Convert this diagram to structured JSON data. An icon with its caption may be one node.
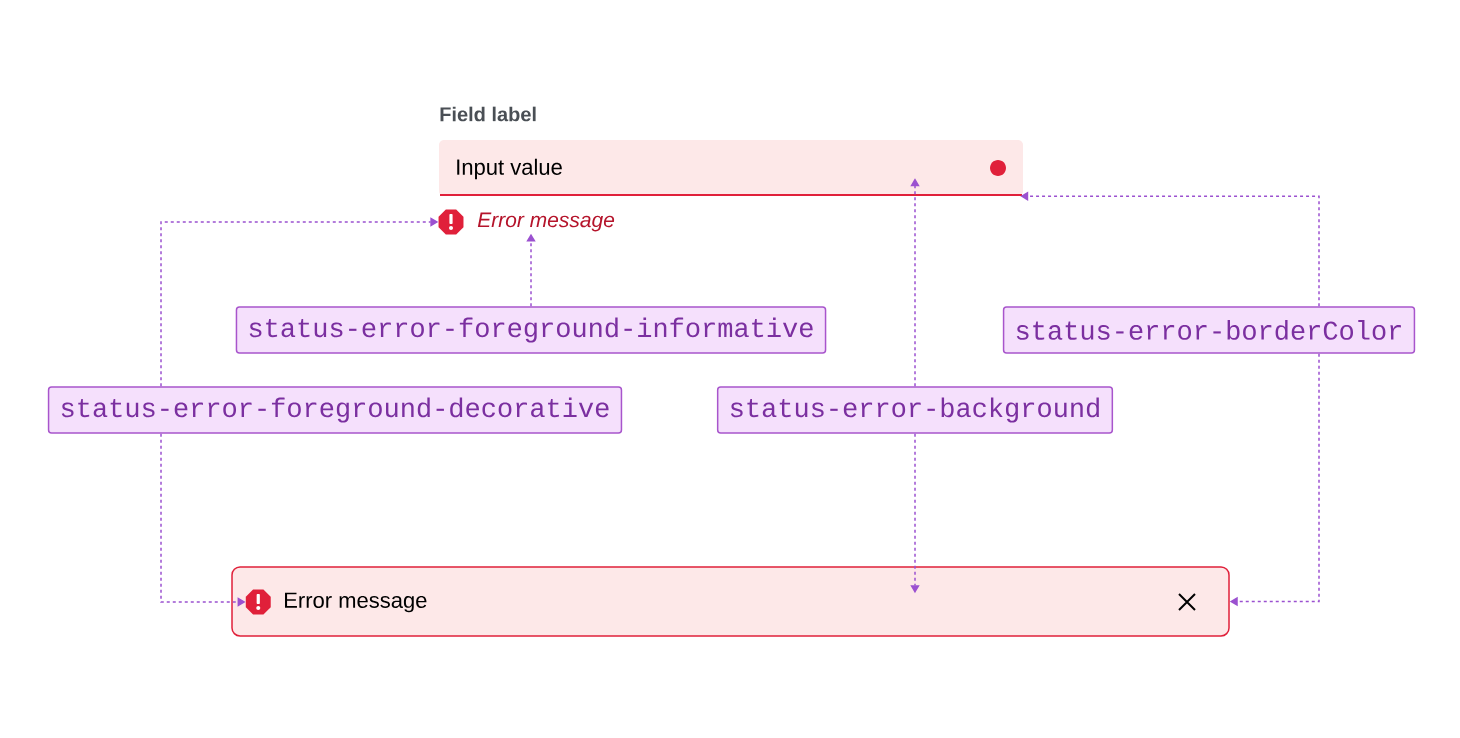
{
  "diagram": {
    "nodes": [
      {
        "text": [
          "Field label",
          "Input value"
        ]
      },
      {
        "text": [],
        "shape": "picture"
      },
      {
        "text": [
          "Error message"
        ]
      },
      {
        "text": [
          "Error message"
        ]
      },
      {
        "text": [],
        "shape": "picture",
        "in": 3
      },
      {
        "text": [
          "status-error-foreground-informative"
        ]
      },
      {
        "text": [
          "status-error-borderColor"
        ]
      },
      {
        "text": [
          "status-error-foreground-decorative"
        ]
      },
      {
        "text": [
          "status-error-background"
        ]
      }
    ],
    "edges": [
      {
        "from": 5,
        "to": 2,
        "arrow": "to",
        "style": "dashed"
      },
      {
        "from": 7,
        "to": 1,
        "arrow": "to",
        "style": "dashed"
      },
      {
        "from": 7,
        "to": 4,
        "arrow": "to",
        "style": "dashed"
      },
      {
        "from": 8,
        "to": 0,
        "arrow": "to",
        "style": "dashed"
      },
      {
        "from": 8,
        "to": 3,
        "arrow": "to",
        "style": "dashed"
      },
      {
        "from": 6,
        "to": 0,
        "arrow": "to",
        "style": "dashed"
      },
      {
        "from": 6,
        "to": 3,
        "arrow": "to",
        "style": "dashed"
      }
    ]
  }
}
